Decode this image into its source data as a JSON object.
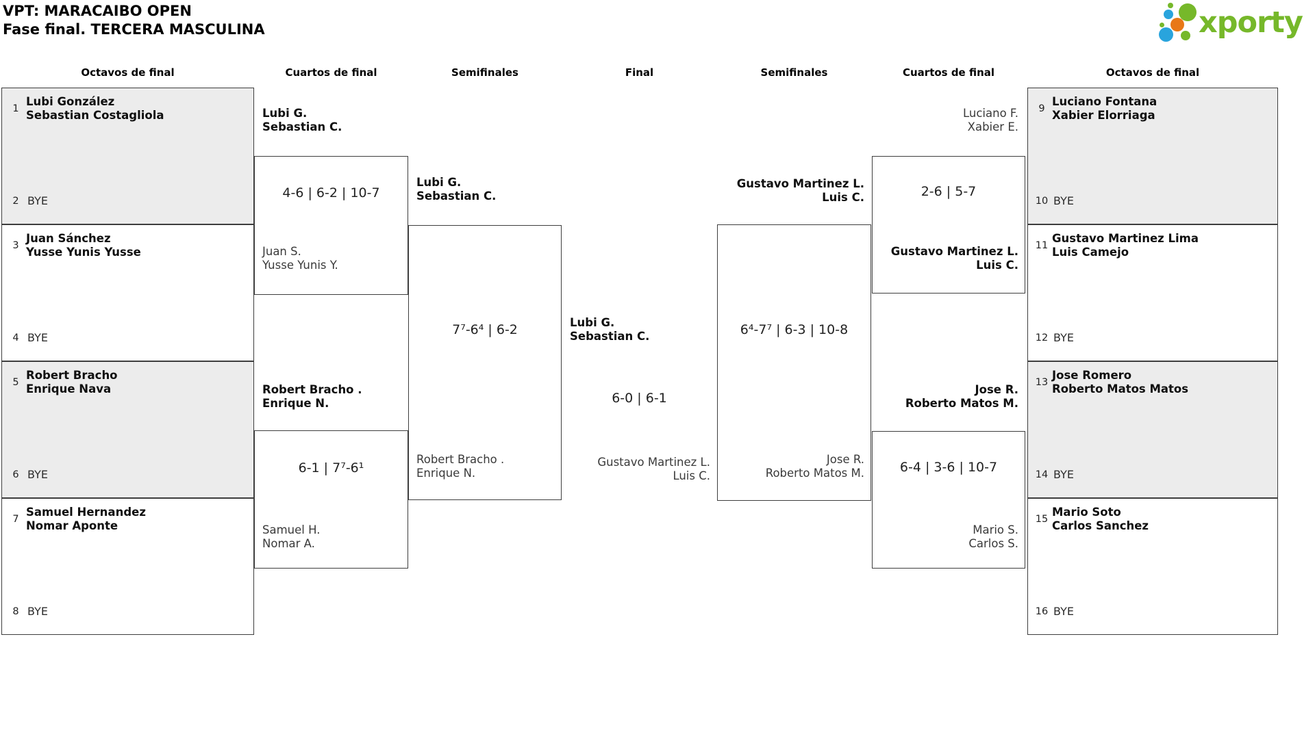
{
  "header": {
    "title_line1": "VPT: MARACAIBO OPEN",
    "title_line2": "Fase final. TERCERA MASCULINA",
    "logo_text": "xporty",
    "brand_colors": {
      "green": "#76b82a",
      "blue": "#29a4dd",
      "orange": "#e87817"
    }
  },
  "round_headers": [
    "Octavos de final",
    "Cuartos de final",
    "Semifinales",
    "Final",
    "Semifinales",
    "Cuartos de final",
    "Octavos de final"
  ],
  "octavos_left": [
    {
      "seed_top": "1",
      "team_top_line1": "Lubi González",
      "team_top_line2": "Sebastian Costagliola",
      "seed_bottom": "2",
      "bottom_label": "BYE"
    },
    {
      "seed_top": "3",
      "team_top_line1": "Juan Sánchez",
      "team_top_line2": "Yusse Yunis Yusse",
      "seed_bottom": "4",
      "bottom_label": "BYE"
    },
    {
      "seed_top": "5",
      "team_top_line1": "Robert Bracho",
      "team_top_line2": "Enrique Nava",
      "seed_bottom": "6",
      "bottom_label": "BYE"
    },
    {
      "seed_top": "7",
      "team_top_line1": "Samuel Hernandez",
      "team_top_line2": "Nomar Aponte",
      "seed_bottom": "8",
      "bottom_label": "BYE"
    }
  ],
  "octavos_right": [
    {
      "seed_top": "9",
      "team_top_line1": "Luciano Fontana",
      "team_top_line2": "Xabier Elorriaga",
      "seed_bottom": "10",
      "bottom_label": "BYE"
    },
    {
      "seed_top": "11",
      "team_top_line1": "Gustavo Martinez Lima",
      "team_top_line2": "Luis Camejo",
      "seed_bottom": "12",
      "bottom_label": "BYE"
    },
    {
      "seed_top": "13",
      "team_top_line1": "Jose Romero",
      "team_top_line2": "Roberto Matos Matos",
      "seed_bottom": "14",
      "bottom_label": "BYE"
    },
    {
      "seed_top": "15",
      "team_top_line1": "Mario Soto",
      "team_top_line2": "Carlos Sanchez",
      "seed_bottom": "16",
      "bottom_label": "BYE"
    }
  ],
  "cuartos_left": [
    {
      "top_line1": "Lubi G.",
      "top_line2": "Sebastian C.",
      "score": "4-6 | 6-2 | 10-7",
      "bottom_line1": "Juan S.",
      "bottom_line2": "Yusse Yunis Y."
    },
    {
      "top_line1": "Robert Bracho .",
      "top_line2": "Enrique N.",
      "score": "6-1 | 7⁷-6¹",
      "bottom_line1": "Samuel H.",
      "bottom_line2": "Nomar A."
    }
  ],
  "semifinal_left": {
    "top_line1": "Lubi G.",
    "top_line2": "Sebastian C.",
    "score": "7⁷-6⁴ | 6-2",
    "bottom_line1": "Robert Bracho .",
    "bottom_line2": "Enrique N."
  },
  "final": {
    "top_line1": "Lubi G.",
    "top_line2": "Sebastian C.",
    "score": "6-0 | 6-1",
    "bottom_line1": "Gustavo Martinez L.",
    "bottom_line2": "Luis C."
  },
  "semifinal_right": {
    "top_line1": "Gustavo Martinez L.",
    "top_line2": "Luis C.",
    "score": "6⁴-7⁷ | 6-3 | 10-8",
    "bottom_line1": "Jose R.",
    "bottom_line2": "Roberto Matos M."
  },
  "cuartos_right": [
    {
      "top_line1": "Luciano F.",
      "top_line2": "Xabier E.",
      "score": "2-6 | 5-7",
      "bottom_line1": "Gustavo Martinez L.",
      "bottom_line2": "Luis C."
    },
    {
      "top_line1": "Jose R.",
      "top_line2": "Roberto Matos M.",
      "score": "6-4 | 3-6 | 10-7",
      "bottom_line1": "Mario S.",
      "bottom_line2": "Carlos S."
    }
  ]
}
